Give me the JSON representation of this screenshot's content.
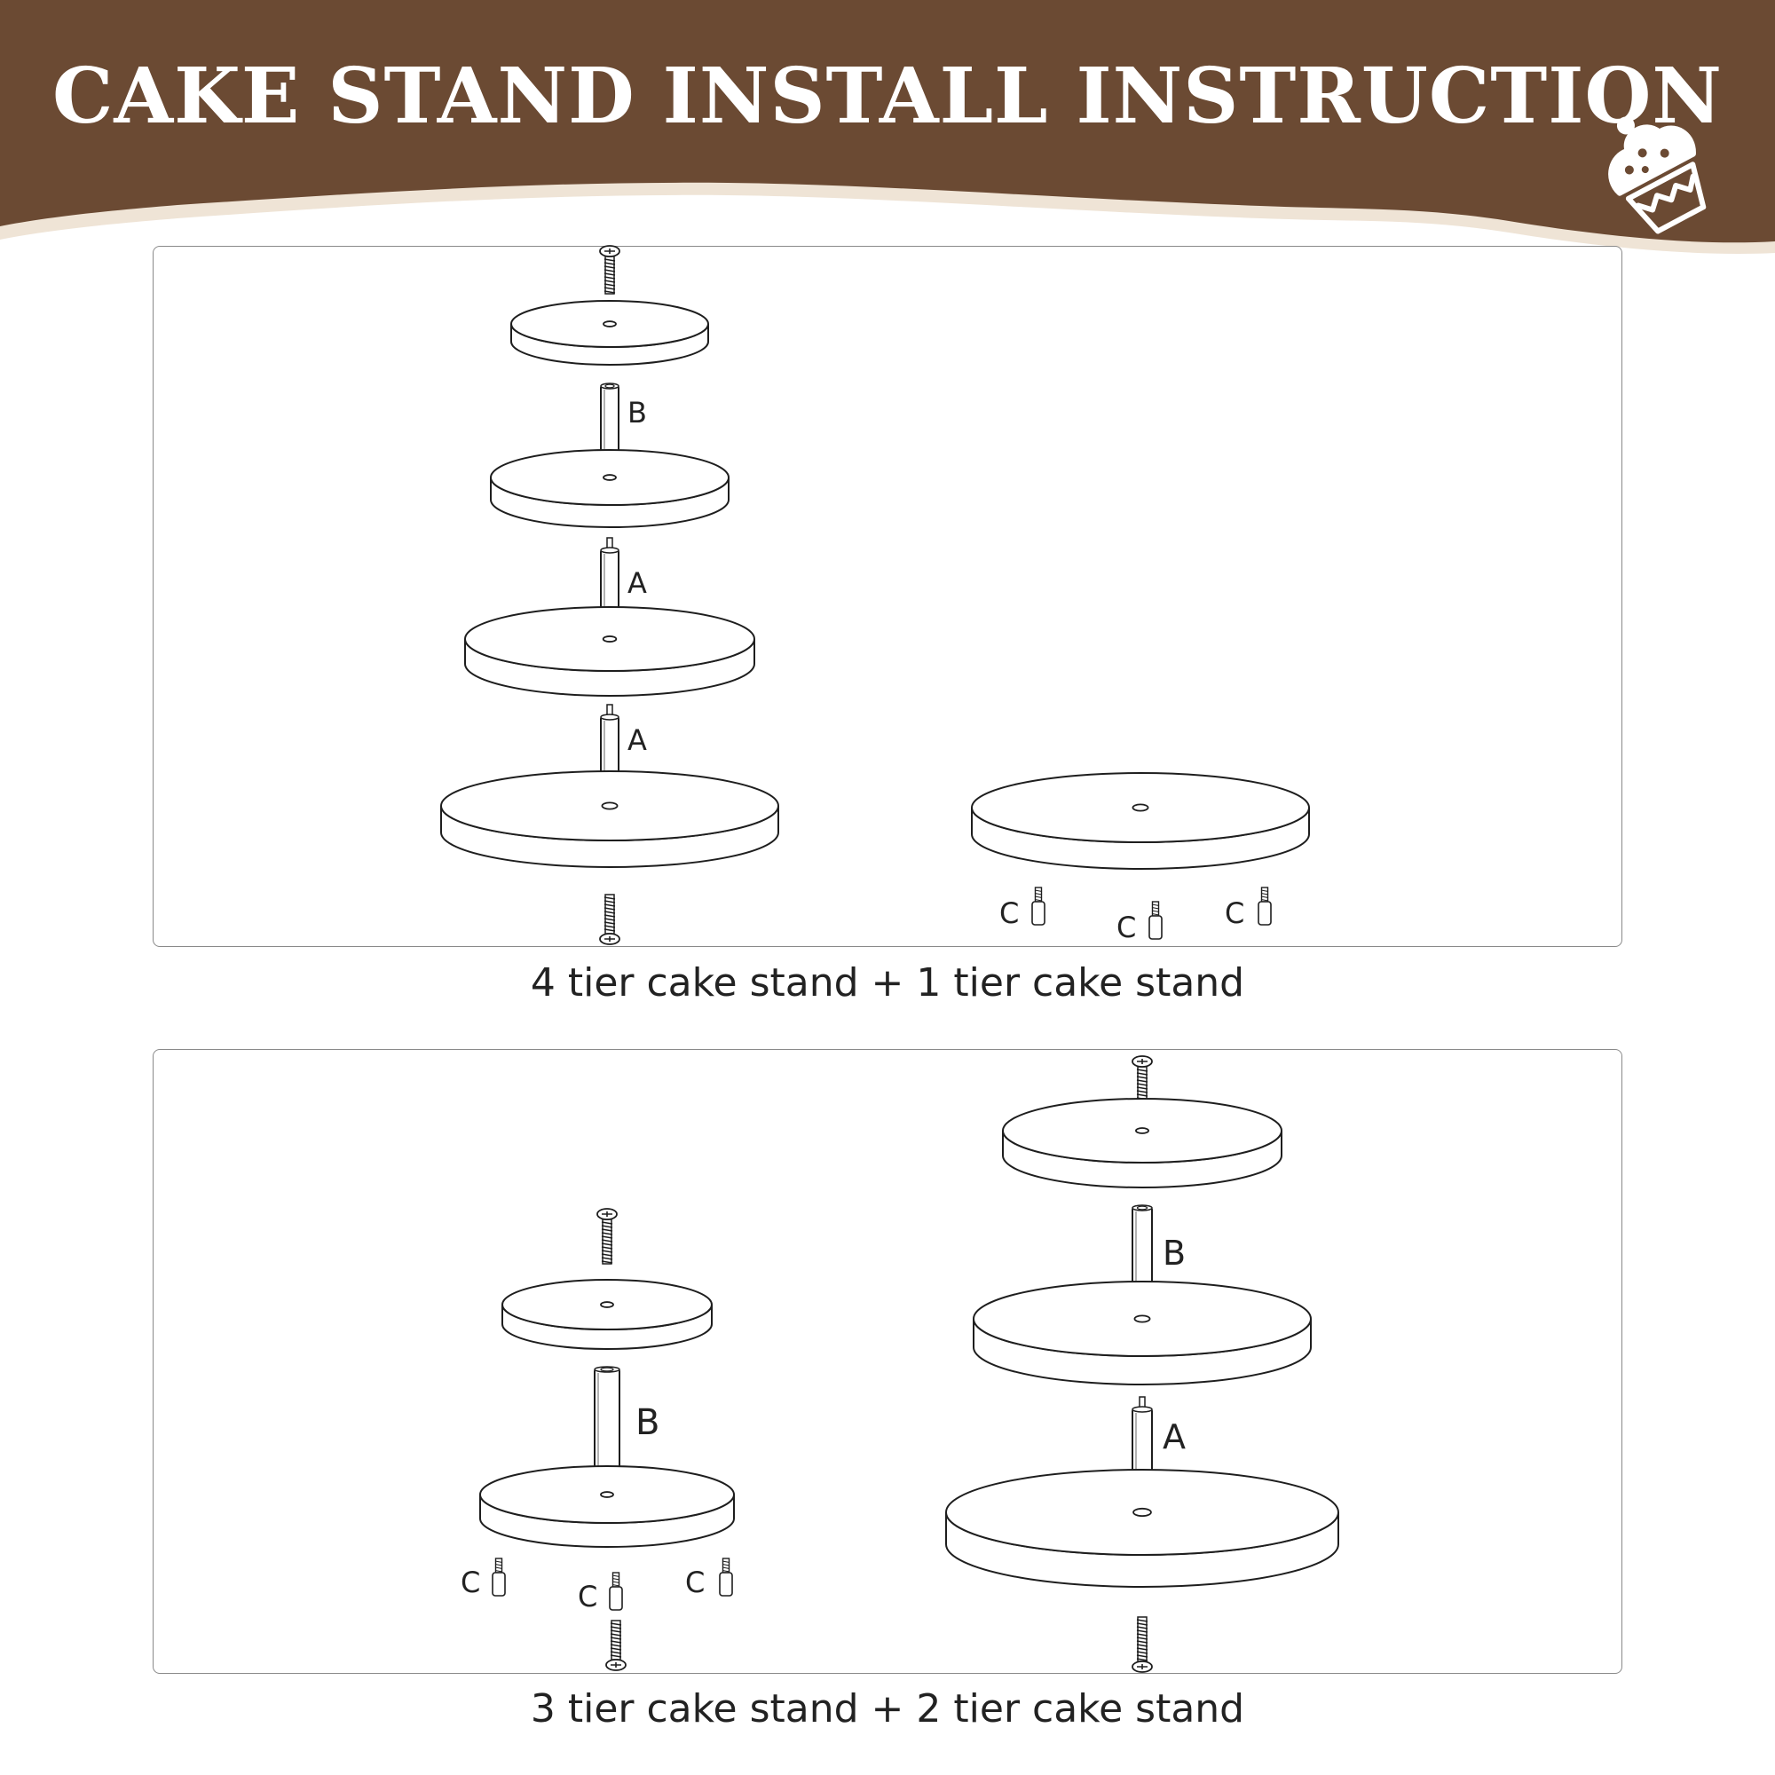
{
  "header": {
    "title": "CAKE STAND INSTALL INSTRUCTION",
    "background_color": "#6b4a33",
    "wave_color": "#efe4d6",
    "icon": "cupcake-icon"
  },
  "panels": [
    {
      "caption": "4 tier cake stand + 1 tier cake stand",
      "part_labels": [
        "B",
        "A",
        "A",
        "C",
        "C",
        "C"
      ]
    },
    {
      "caption": "3 tier cake stand + 2 tier cake stand",
      "part_labels": [
        "B",
        "C",
        "C",
        "C",
        "B",
        "A"
      ]
    }
  ],
  "icons": [
    "screw-icon",
    "plate-icon",
    "rod-icon",
    "foot-icon"
  ]
}
